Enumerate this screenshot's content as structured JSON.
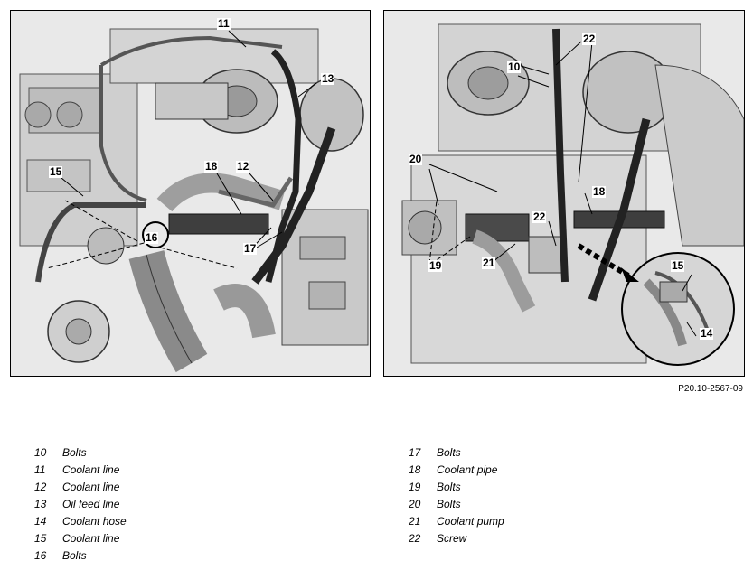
{
  "figure_reference": "P20.10-2567-09",
  "left_panel": {
    "callouts": [
      "11",
      "13",
      "15",
      "18",
      "12",
      "16",
      "17"
    ]
  },
  "right_panel": {
    "callouts": [
      "22",
      "10",
      "20",
      "18",
      "22",
      "19",
      "21",
      "15",
      "14"
    ]
  },
  "legend_left": [
    {
      "num": "10",
      "label": "Bolts"
    },
    {
      "num": "11",
      "label": "Coolant line"
    },
    {
      "num": "12",
      "label": "Coolant line"
    },
    {
      "num": "13",
      "label": "Oil feed line"
    },
    {
      "num": "14",
      "label": "Coolant hose"
    },
    {
      "num": "15",
      "label": "Coolant line"
    },
    {
      "num": "16",
      "label": "Bolts"
    }
  ],
  "legend_right": [
    {
      "num": "17",
      "label": "Bolts"
    },
    {
      "num": "18",
      "label": "Coolant pipe"
    },
    {
      "num": "19",
      "label": "Bolts"
    },
    {
      "num": "20",
      "label": "Bolts"
    },
    {
      "num": "21",
      "label": "Coolant pump"
    },
    {
      "num": "22",
      "label": "Screw"
    }
  ]
}
